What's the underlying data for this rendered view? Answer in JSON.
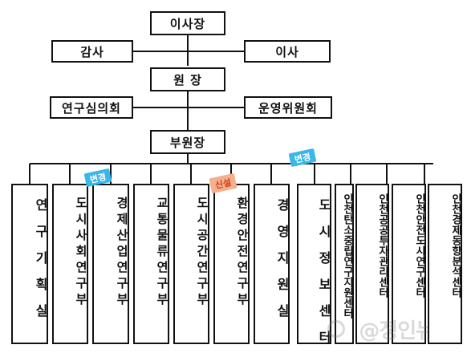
{
  "org_chart": {
    "top": {
      "chairman": "이사장",
      "auditor": "감사",
      "director": "이사",
      "president": "원 장",
      "research_council": "연구심의회",
      "operations_committee": "운영위원회",
      "vice_president": "부원장"
    },
    "departments": [
      {
        "label": "연구기획실"
      },
      {
        "label": "도시사회연구부"
      },
      {
        "label": "경제산업연구부",
        "badge": "변경"
      },
      {
        "label": "교통물류연구부"
      },
      {
        "label": "도시공간연구부"
      },
      {
        "label": "환경안전연구부",
        "badge": "신설"
      },
      {
        "label": "경영지원실"
      },
      {
        "label": "도시정보센터",
        "badge": "변경"
      },
      {
        "label": "인천탄소중립연구지원센터"
      },
      {
        "label": "인천공공투자관리센터"
      },
      {
        "label": "인천안전도시연구센터"
      },
      {
        "label": "인천경제동향분석센터"
      }
    ],
    "colors": {
      "line": "#111111",
      "badge_changed_bg": "#39b7ea",
      "badge_new_bg": "#f4b08c",
      "badge_new_text": "#d63a18"
    }
  },
  "watermark": {
    "text": "@정인뉴스"
  }
}
